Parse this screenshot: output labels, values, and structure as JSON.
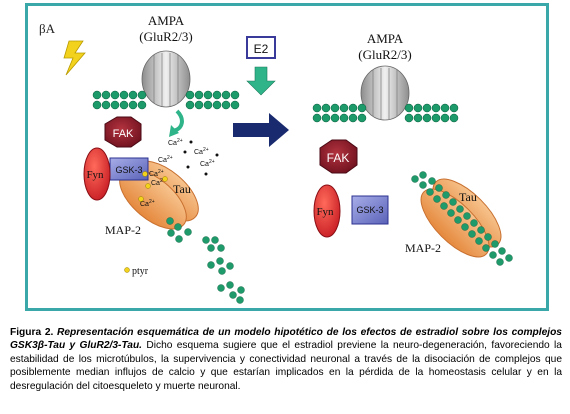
{
  "figure": {
    "label_beta_amyloid": "βA",
    "ampa_left": "AMPA",
    "glur_left": "(GluR2/3)",
    "ampa_right": "AMPA",
    "glur_right": "(GluR2/3)",
    "e2": "E2",
    "fak_left": "FAK",
    "fak_right": "FAK",
    "fyn_left": "Fyn",
    "fyn_right": "Fyn",
    "gsk3_left": "GSK-3",
    "gsk3_right": "GSK-3",
    "tau_left": "Tau",
    "tau_right": "Tau",
    "map2_left": "MAP-2",
    "map2_right": "MAP-2",
    "ca": "Ca",
    "ca_sup": "2+",
    "ptyr": "ptyr",
    "colors": {
      "frame": "#3aa8a8",
      "membrane": "#1c9a6a",
      "fak": "#8c1c2c",
      "fyn": "#e0393b",
      "gsk3": "#7e86d0",
      "tau": "#f0a060",
      "arrow_navy": "#1a2a6e",
      "arrow_green": "#2fb48a",
      "dots": "#1f9a6a"
    }
  },
  "caption": {
    "label": "Figura 2.",
    "title": "Representación esquemática de un modelo hipotético de los efectos de estradiol sobre los complejos GSK3β-Tau y GluR2/3-Tau.",
    "body": "Dicho esquema sugiere que el estradiol previene la neuro-degeneración, favoreciendo la estabilidad de los microtúbulos, la supervivencia y conectividad neuronal a través de la disociación de complejos que posiblemente median influjos de calcio y que estarían implicados en la pérdida de la homeostasis celular y en la desregulación del citoesqueleto y muerte neuronal."
  }
}
